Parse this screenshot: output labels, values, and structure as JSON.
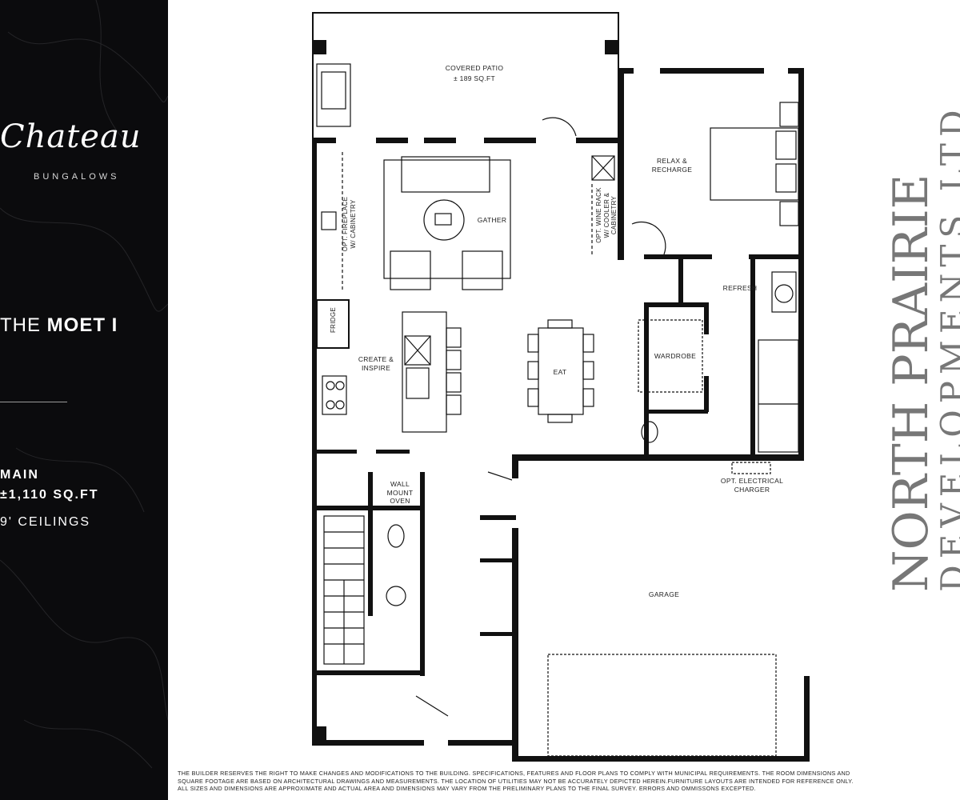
{
  "brand": {
    "script": "Chateau",
    "sub": "BUNGALOWS"
  },
  "model": {
    "prefix": "THE",
    "name": "MOET I"
  },
  "level": {
    "name": "MAIN",
    "area": "±1,110 SQ.FT",
    "ceilings": "9' CEILINGS"
  },
  "rooms": {
    "patio": "COVERED PATIO",
    "patio_area": "± 189 SQ.FT",
    "gather": "GATHER",
    "relax": "RELAX &\nRECHARGE",
    "create": "CREATE &\nINSPIRE",
    "eat": "EAT",
    "refresh": "REFRESH",
    "wardrobe": "WARDROBE",
    "fridge": "FRIDGE",
    "wall_oven": "WALL\nMOUNT\nOVEN",
    "garage": "GARAGE",
    "charger": "OPT. ELECTRICAL\nCHARGER",
    "fireplace": "OPT. FIREPLACE\nW/ CABINETRY",
    "wine": "OPT. WINE RACK\nW/ COOLER &\nCABINETRY"
  },
  "developer": {
    "line1": "NORTH PRAIRIE",
    "line2": "DEVELOPMENTS LTD."
  },
  "disclaimer": "THE BUILDER RESERVES THE RIGHT TO MAKE CHANGES AND MODIFICATIONS TO THE BUILDING. SPECIFICATIONS, FEATURES AND FLOOR PLANS TO COMPLY WITH MUNICIPAL REQUIREMENTS. THE ROOM DIMENSIONS AND\nSQUARE FOOTAGE ARE BASED ON ARCHITECTURAL DRAWINGS AND MEASUREMENTS. THE LOCATION OF UTILITIES MAY NOT BE ACCURATELY DEPICTED HEREIN.FURNITURE LAYOUTS ARE INTENDED FOR REFERENCE ONLY.\nALL SIZES AND DIMENSIONS ARE APPROXIMATE AND ACTUAL AREA AND DIMENSIONS MAY VARY FROM THE PRELIMINARY PLANS TO THE FINAL SURVEY. ERRORS AND OMMISSONS EXCEPTED.",
  "colors": {
    "panel": "#0b0b0d",
    "wall": "#111111",
    "logo": "#777777"
  }
}
